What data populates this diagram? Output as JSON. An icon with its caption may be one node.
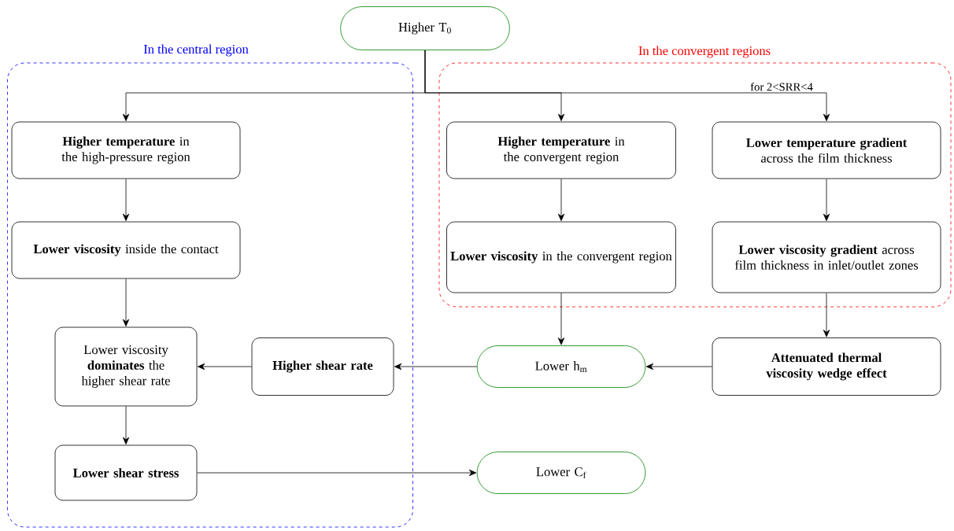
{
  "diagram": {
    "nodes": [
      {
        "text": [
          "Higher T$_{0}$"
        ]
      },
      {
        "text": [
          "In the central region"
        ]
      },
      {
        "text": [
          "**Higher temperature** in the high-pressure region"
        ],
        "in": 1
      },
      {
        "text": [
          "**Lower viscosity** inside the contact"
        ],
        "in": 1
      },
      {
        "text": [
          "In the convergent regions"
        ]
      },
      {
        "text": [
          "**Higher temperature** in the convergent region"
        ],
        "in": 4
      },
      {
        "text": [
          "**Lower temperature gradient** across the film thickness"
        ],
        "in": 4
      },
      {
        "text": [
          "**Lower viscosity** in the convergent region"
        ],
        "in": 4
      },
      {
        "text": [
          "**Lower viscosity gradient** across film thickness in inlet/outlet zones"
        ],
        "in": 4
      },
      {
        "text": [
          "Lower viscosity **dominates** the higher shear rate"
        ],
        "in": 1
      },
      {
        "text": [
          "Higher shear rate"
        ],
        "in": 1
      },
      {
        "text": [
          "Lower h$_{m}$"
        ]
      },
      {
        "text": [
          "Attenuated thermal viscosity wedge effect"
        ]
      },
      {
        "text": [
          "Lower shear stress"
        ],
        "in": 1
      },
      {
        "text": [
          "Lower C$_{f}$"
        ]
      }
    ],
    "edges": [
      {
        "from": 0,
        "to": 2,
        "arrow": "to"
      },
      {
        "from": 0,
        "to": 5,
        "arrow": "to"
      },
      {
        "from": 0,
        "to": 6,
        "arrow": "to",
        "label": "for 2<SRR<4"
      },
      {
        "from": 2,
        "to": 3,
        "arrow": "to"
      },
      {
        "from": 3,
        "to": 9,
        "arrow": "to"
      },
      {
        "from": 5,
        "to": 7,
        "arrow": "to"
      },
      {
        "from": 6,
        "to": 8,
        "arrow": "to"
      },
      {
        "from": 7,
        "to": 11,
        "arrow": "to"
      },
      {
        "from": 8,
        "to": 12,
        "arrow": "to"
      },
      {
        "from": 12,
        "to": 11,
        "arrow": "to"
      },
      {
        "from": 11,
        "to": 10,
        "arrow": "to"
      },
      {
        "from": 10,
        "to": 9,
        "arrow": "to"
      },
      {
        "from": 9,
        "to": 13,
        "arrow": "to"
      },
      {
        "from": 13,
        "to": 14,
        "arrow": "to"
      }
    ]
  }
}
